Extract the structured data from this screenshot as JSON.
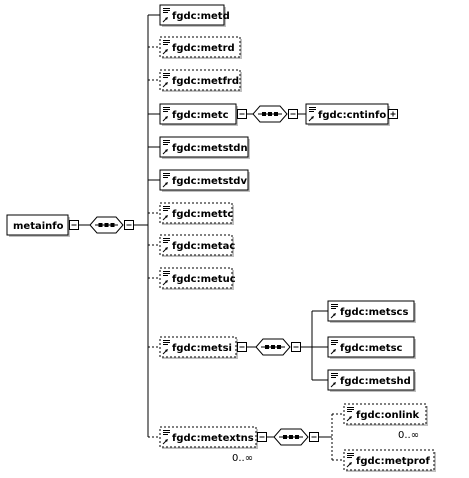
{
  "root": {
    "label": "metainfo",
    "icon": "collapse-icon"
  },
  "root_sequence": {
    "icon": "sequence-icon",
    "expander_icon": "collapse-icon"
  },
  "children": [
    {
      "key": "metd",
      "label": "fgdc:metd",
      "optional": false,
      "children_icon": "attributes-icon",
      "expander": null,
      "occurrence": ""
    },
    {
      "key": "metrd",
      "label": "fgdc:metrd",
      "optional": true,
      "children_icon": "attributes-icon",
      "expander": null,
      "occurrence": ""
    },
    {
      "key": "metfrd",
      "label": "fgdc:metfrd",
      "optional": true,
      "children_icon": "attributes-icon",
      "expander": null,
      "occurrence": ""
    },
    {
      "key": "metc",
      "label": "fgdc:metc",
      "optional": false,
      "children_icon": "attributes-icon",
      "expander": "collapse",
      "occurrence": ""
    },
    {
      "key": "metstdn",
      "label": "fgdc:metstdn",
      "optional": false,
      "children_icon": "attributes-icon",
      "expander": null,
      "occurrence": ""
    },
    {
      "key": "metstdv",
      "label": "fgdc:metstdv",
      "optional": false,
      "children_icon": "attributes-icon",
      "expander": null,
      "occurrence": ""
    },
    {
      "key": "mettc",
      "label": "fgdc:mettc",
      "optional": true,
      "children_icon": "attributes-icon",
      "expander": null,
      "occurrence": ""
    },
    {
      "key": "metac",
      "label": "fgdc:metac",
      "optional": true,
      "children_icon": "attributes-icon",
      "expander": null,
      "occurrence": ""
    },
    {
      "key": "metuc",
      "label": "fgdc:metuc",
      "optional": true,
      "children_icon": "attributes-icon",
      "expander": null,
      "occurrence": ""
    },
    {
      "key": "metsi",
      "label": "fgdc:metsi",
      "optional": true,
      "children_icon": "attributes-icon",
      "expander": "collapse",
      "occurrence": ""
    },
    {
      "key": "metextns",
      "label": "fgdc:metextns",
      "optional": true,
      "children_icon": "attributes-icon",
      "expander": "collapse",
      "occurrence": "0..∞"
    }
  ],
  "metc_children": [
    {
      "key": "cntinfo",
      "label": "fgdc:cntinfo",
      "optional": false,
      "expander": "expand",
      "occurrence": ""
    }
  ],
  "metsi_children": [
    {
      "key": "metscs",
      "label": "fgdc:metscs",
      "optional": false,
      "occurrence": ""
    },
    {
      "key": "metsc",
      "label": "fgdc:metsc",
      "optional": false,
      "occurrence": ""
    },
    {
      "key": "metshd",
      "label": "fgdc:metshd",
      "optional": false,
      "occurrence": ""
    }
  ],
  "metextns_children": [
    {
      "key": "onlink",
      "label": "fgdc:onlink",
      "optional": true,
      "occurrence": "0..∞"
    },
    {
      "key": "metprof",
      "label": "fgdc:metprof",
      "optional": true,
      "occurrence": ""
    }
  ]
}
